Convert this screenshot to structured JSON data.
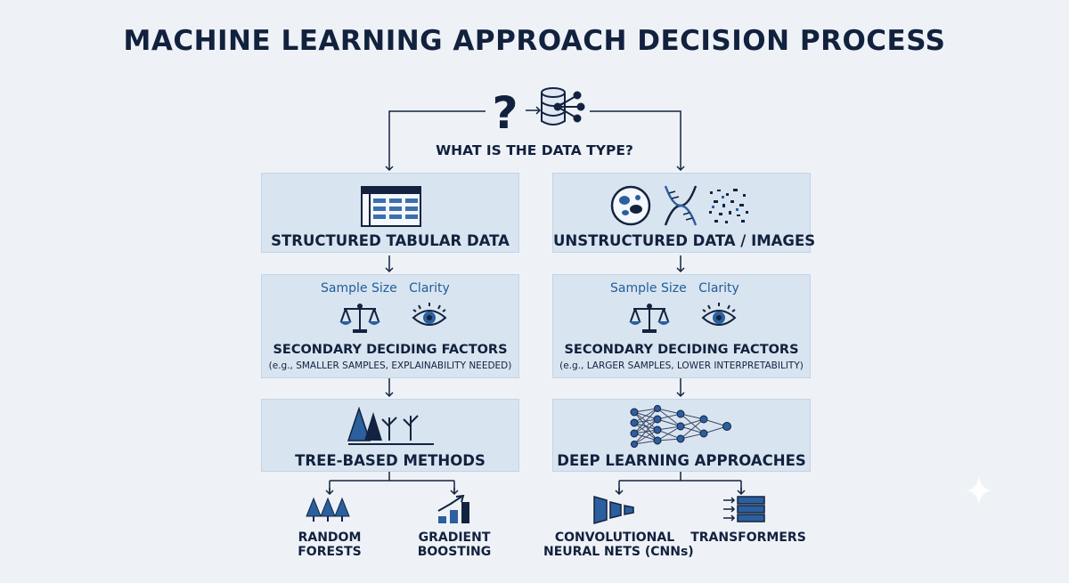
{
  "title": "MACHINE LEARNING APPROACH DECISION PROCESS",
  "root": {
    "label": "WHAT IS THE DATA TYPE?"
  },
  "left": {
    "data_type": "STRUCTURED TABULAR DATA",
    "factors": {
      "sample_size": "Sample Size",
      "clarity": "Clarity",
      "title": "SECONDARY DECIDING FACTORS",
      "note": "(e.g., SMALLER SAMPLES, EXPLAINABILITY NEEDED)"
    },
    "method": "TREE-BASED METHODS",
    "leaves": [
      {
        "line1": "RANDOM",
        "line2": "FORESTS"
      },
      {
        "line1": "GRADIENT",
        "line2": "BOOSTING"
      }
    ]
  },
  "right": {
    "data_type": "UNSTRUCTURED DATA / IMAGES",
    "factors": {
      "sample_size": "Sample Size",
      "clarity": "Clarity",
      "title": "SECONDARY DECIDING FACTORS",
      "note": "(e.g., LARGER SAMPLES, LOWER INTERPRETABILITY)"
    },
    "method": "DEEP LEARNING APPROACHES",
    "leaves": [
      {
        "line1": "CONVOLUTIONAL",
        "line2": "NEURAL NETS (CNNs)"
      },
      {
        "line1": "TRANSFORMERS",
        "line2": ""
      }
    ]
  },
  "colors": {
    "background": "#eef2f7",
    "box": "#d9e4f1",
    "ink": "#13233f",
    "accent": "#1f5d99"
  },
  "icons": [
    "question-mark-icon",
    "database-share-icon",
    "spreadsheet-icon",
    "cell-icon",
    "dna-icon",
    "noise-icon",
    "scale-icon",
    "eye-icon",
    "trees-icon",
    "forest-icon",
    "bar-growth-icon",
    "cnn-icon",
    "transformer-icon",
    "sparkle-icon"
  ]
}
